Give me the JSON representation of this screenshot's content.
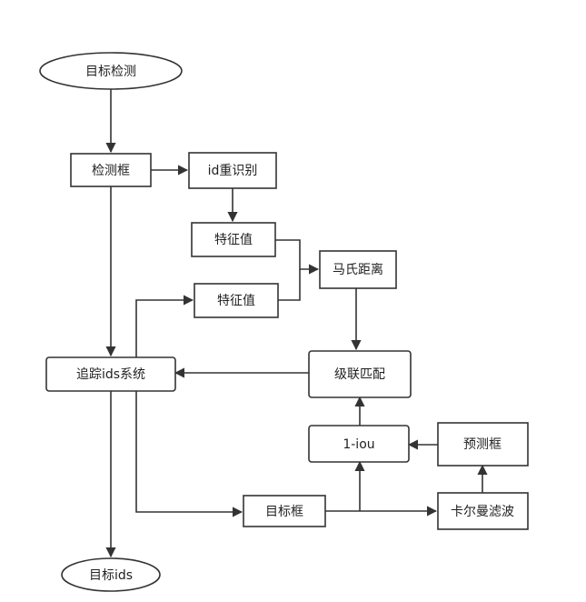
{
  "diagram": {
    "nodes": {
      "detect": "目标检测",
      "det_box": "检测框",
      "reid": "id重识别",
      "feat1": "特征值",
      "feat2": "特征值",
      "maha": "马氏距离",
      "track_sys": "追踪ids系统",
      "cascade": "级联匹配",
      "iou": "1-iou",
      "pred_box": "预测框",
      "target_box": "目标框",
      "kalman": "卡尔曼滤波",
      "target_ids": "目标ids"
    }
  }
}
